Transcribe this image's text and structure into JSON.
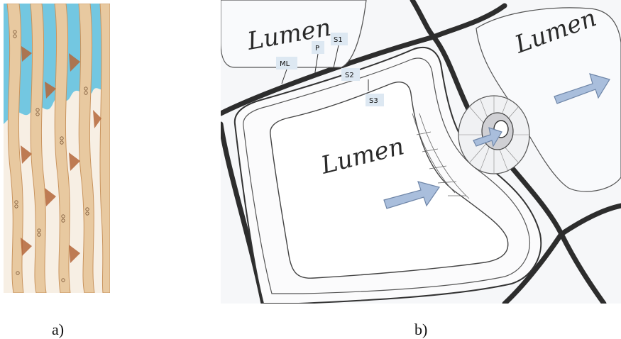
{
  "captions": {
    "a": "a)",
    "b": "b)"
  },
  "panel_b": {
    "lumen_labels": [
      "Lumen",
      "Lumen",
      "Lumen"
    ],
    "layer_labels": [
      "ML",
      "P",
      "S1",
      "S2",
      "S3"
    ]
  },
  "colors": {
    "wood_tan": "#e8c9a0",
    "wood_brown": "#b5673a",
    "blue_wash": "#5cc0e0",
    "wall_dark": "#2d2d2d",
    "arrow_blue": "#a9bedc"
  }
}
